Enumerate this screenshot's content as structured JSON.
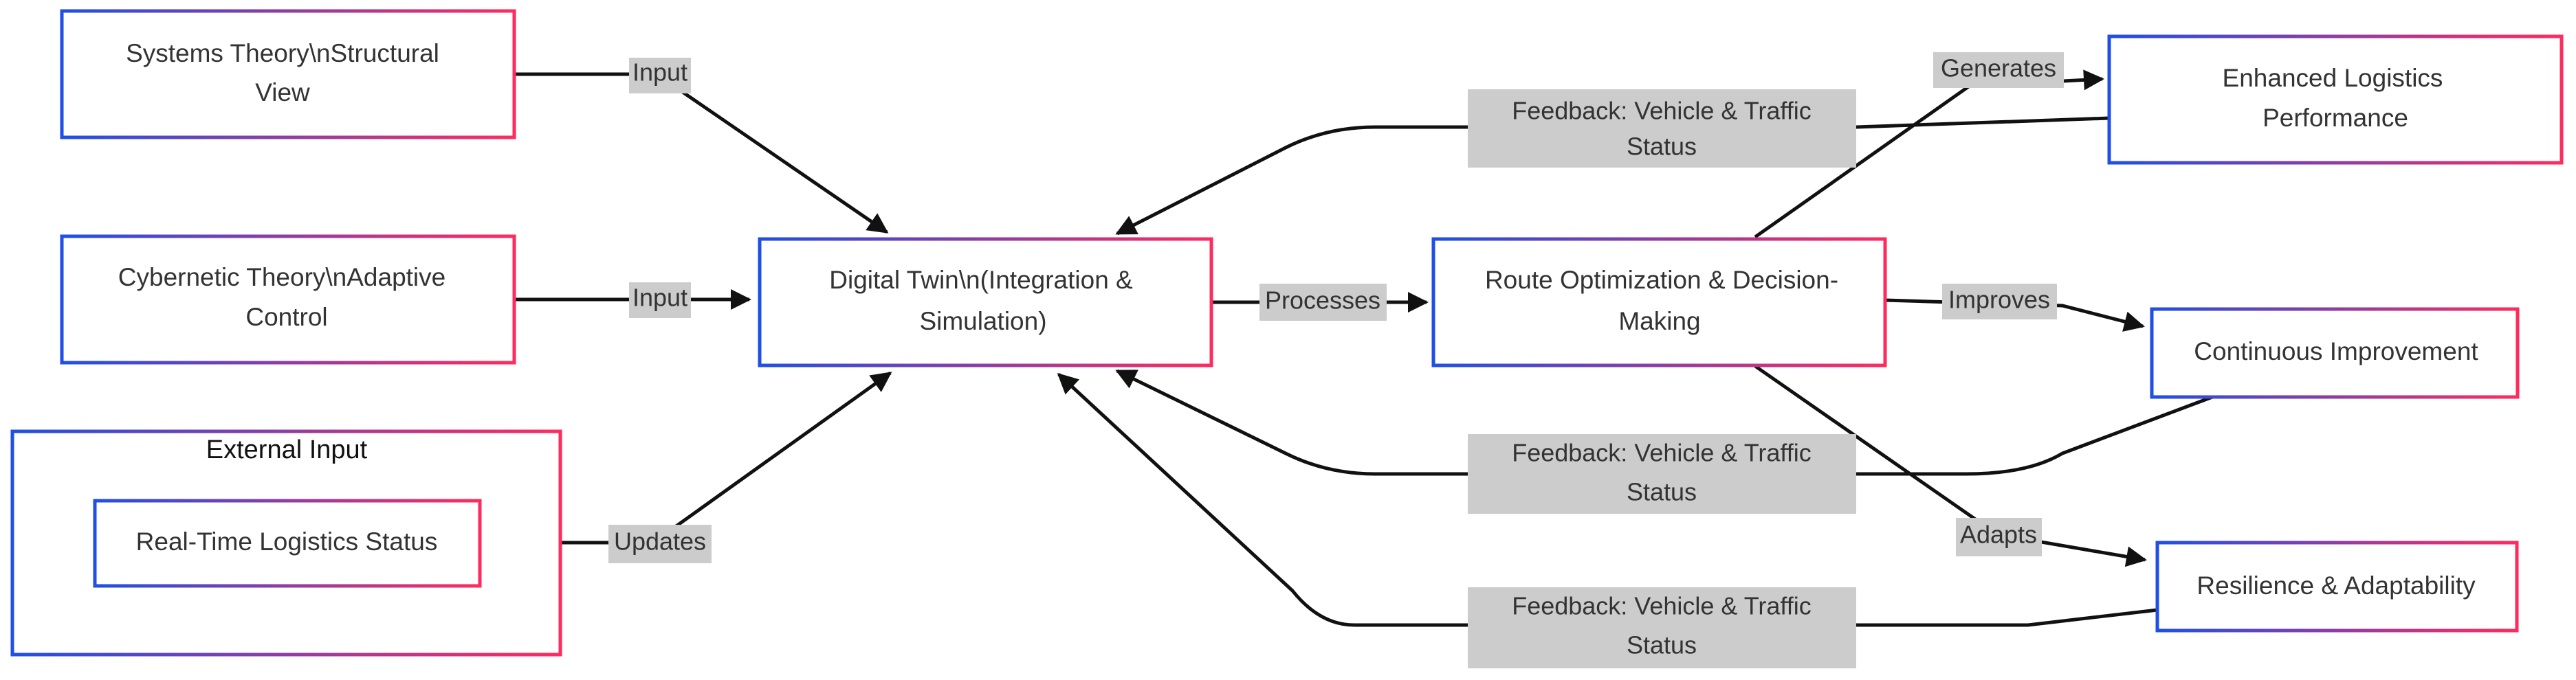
{
  "colors": {
    "border_start": "#1f4fe6",
    "border_end": "#ff2b5e",
    "edge": "#111111",
    "label_bg": "#cccccc",
    "text": "#333333"
  },
  "group": {
    "title": "External Input"
  },
  "nodes": {
    "systems": [
      "Systems Theory\\nStructural",
      "View"
    ],
    "cybernetic": [
      "Cybernetic Theory\\nAdaptive",
      "Control"
    ],
    "realtime": [
      "Real-Time Logistics Status"
    ],
    "twin": [
      "Digital Twin\\n(Integration &",
      "Simulation)"
    ],
    "route": [
      "Route Optimization & Decision-",
      "Making"
    ],
    "enhanced": [
      "Enhanced Logistics",
      "Performance"
    ],
    "continuous": [
      "Continuous Improvement"
    ],
    "resilience": [
      "Resilience & Adaptability"
    ]
  },
  "edges": {
    "input1": "Input",
    "input2": "Input",
    "updates": "Updates",
    "processes": "Processes",
    "generates": "Generates",
    "improves": "Improves",
    "adapts": "Adapts",
    "feedback1": [
      "Feedback: Vehicle & Traffic",
      "Status"
    ],
    "feedback2": [
      "Feedback: Vehicle & Traffic",
      "Status"
    ],
    "feedback3": [
      "Feedback: Vehicle & Traffic",
      "Status"
    ]
  }
}
